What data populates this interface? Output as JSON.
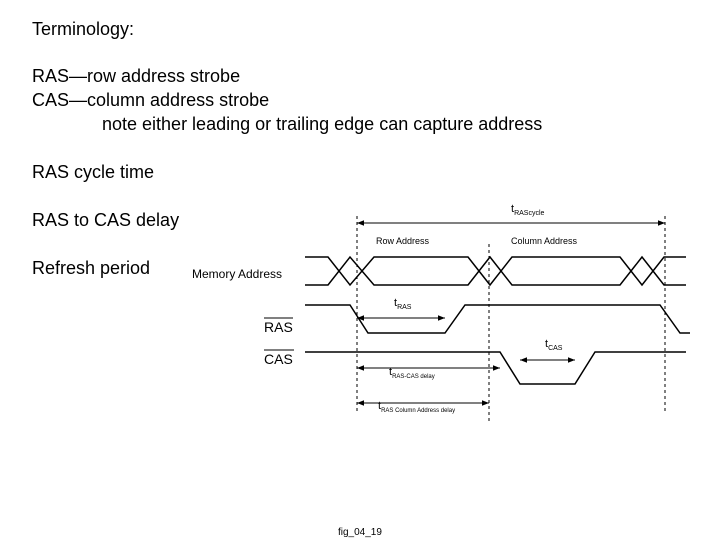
{
  "slide": {
    "heading": "Terminology:",
    "lines": [
      "RAS—row address strobe",
      "CAS—column address strobe",
      "note either leading or trailing edge can capture address",
      "RAS cycle time",
      "RAS to CAS delay",
      "Refresh period"
    ]
  },
  "timing": {
    "signal_labels": {
      "memory_address": "Memory Address",
      "ras": "RAS",
      "cas": "CAS"
    },
    "bus_labels": {
      "row": "Row Address",
      "column": "Column Address"
    },
    "intervals": {
      "ras_cycle": {
        "t": "t",
        "sub": "RAScycle"
      },
      "ras": {
        "t": "t",
        "sub": "RAS"
      },
      "cas": {
        "t": "t",
        "sub": "CAS"
      },
      "ras_cas_delay": {
        "t": "t",
        "sub": "RAS-CAS delay"
      },
      "ras_col_delay": {
        "t": "t",
        "sub": "RAS Column Address delay"
      }
    }
  },
  "caption": "fig_04_19"
}
